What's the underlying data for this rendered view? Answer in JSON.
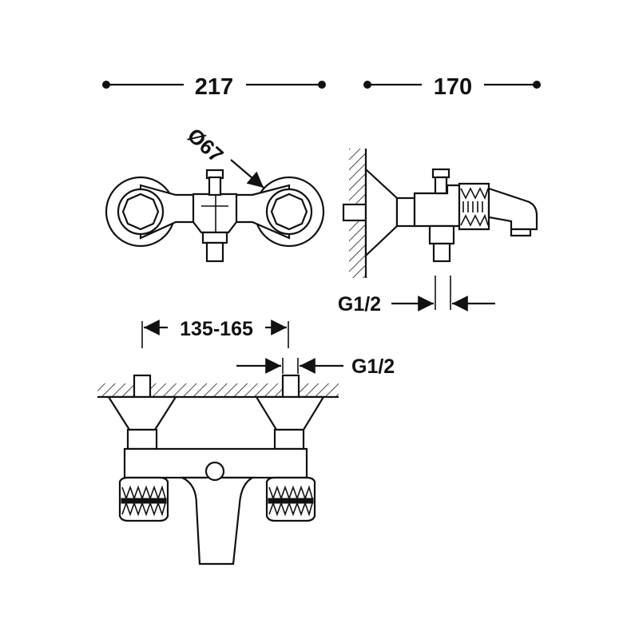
{
  "dimensions": {
    "overall_width": "217",
    "overall_depth": "170",
    "handle_diameter": "Ø67",
    "center_distance": "135-165",
    "side_thread": "G1/2",
    "inlet_thread": "G1/2"
  }
}
